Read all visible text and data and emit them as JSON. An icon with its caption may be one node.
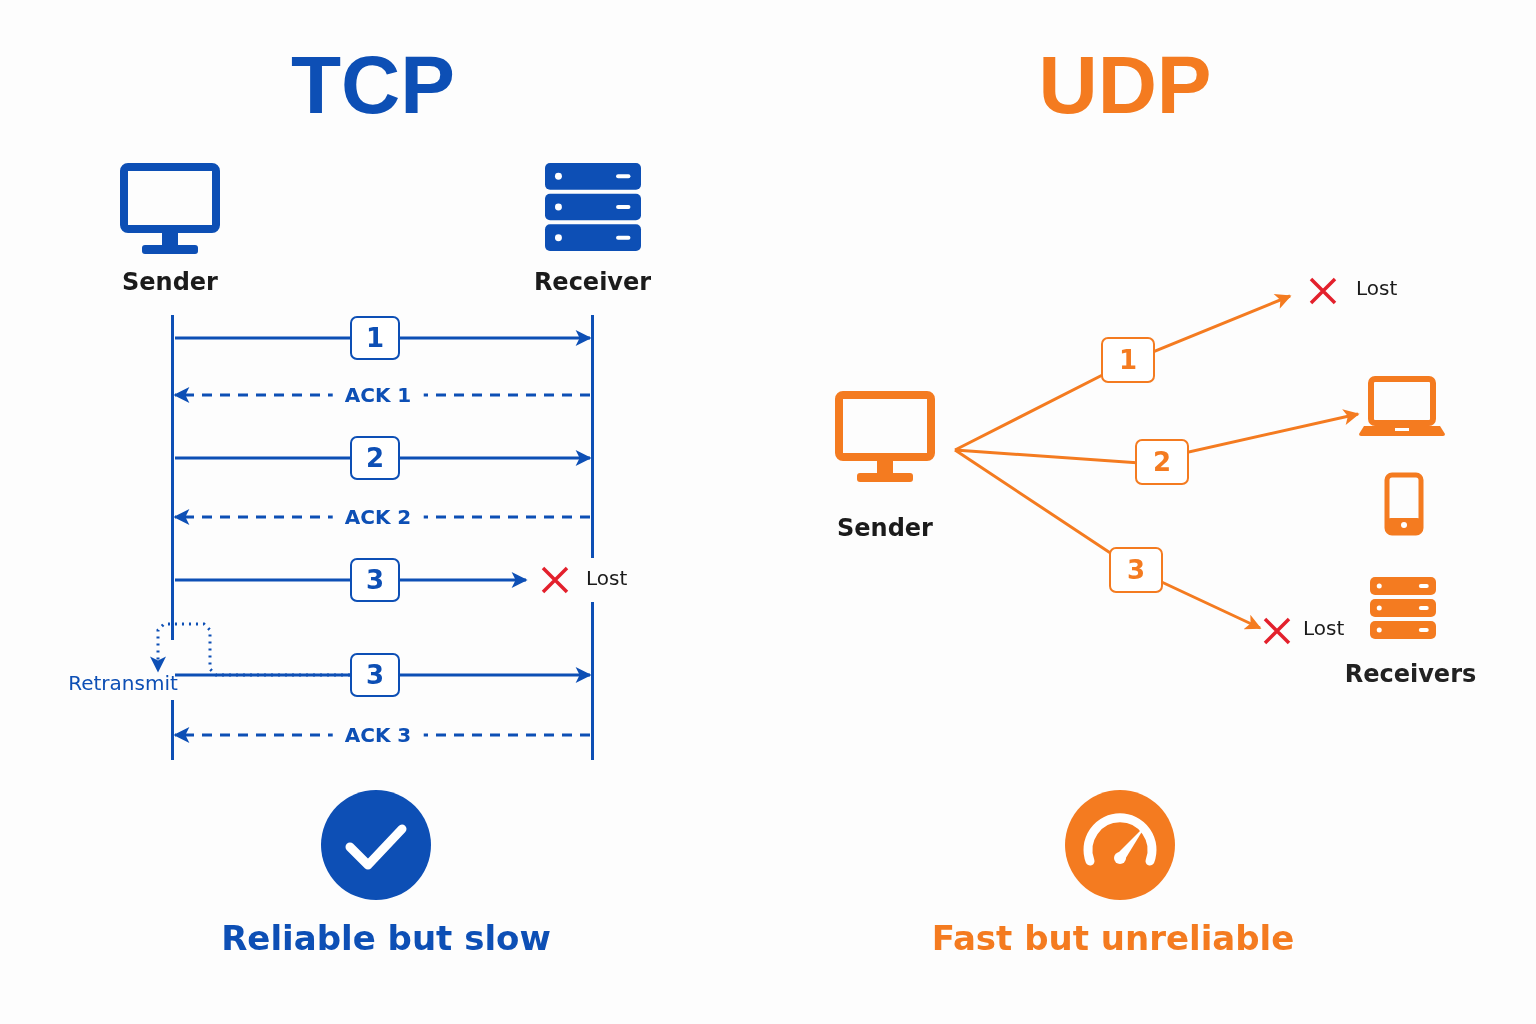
{
  "diagram": {
    "nodes": [
      {
        "text": [
          "Sender"
        ]
      },
      {
        "text": [
          "Receiver"
        ]
      },
      {
        "text": [],
        "shape": "bar"
      },
      {
        "text": [],
        "shape": "bar"
      },
      {
        "text": [
          "Lost"
        ]
      },
      {
        "text": [
          "Retransmit"
        ]
      },
      {
        "text": [
          "Sender"
        ]
      },
      {
        "text": [
          "Lost"
        ]
      },
      {
        "text": [
          "Receivers"
        ]
      },
      {
        "text": [],
        "shape": "laptop",
        "in": 8
      },
      {
        "text": [],
        "shape": "phone",
        "in": 8
      },
      {
        "text": [],
        "shape": "server",
        "in": 8
      },
      {
        "text": [
          "Lost"
        ]
      }
    ],
    "edges": [
      {
        "from": 2,
        "to": 3,
        "arrow": "to",
        "label": "1"
      },
      {
        "from": 3,
        "to": 2,
        "arrow": "to",
        "label": "ACK 1",
        "style": "dashed"
      },
      {
        "from": 2,
        "to": 3,
        "arrow": "to",
        "label": "2"
      },
      {
        "from": 3,
        "to": 2,
        "arrow": "to",
        "label": "ACK 2",
        "style": "dashed"
      },
      {
        "from": 2,
        "to": 4,
        "arrow": "to",
        "label": "3"
      },
      {
        "from": 2,
        "to": 3,
        "arrow": "to",
        "label": "3"
      },
      {
        "from": null,
        "to": 5,
        "arrow": "to",
        "style": "dashed"
      },
      {
        "from": 3,
        "to": 2,
        "arrow": "to",
        "label": "ACK 3",
        "style": "dashed"
      },
      {
        "from": 6,
        "to": 7,
        "arrow": "to",
        "label": "1",
        "color": "#f47b20"
      },
      {
        "from": 6,
        "to": 9,
        "arrow": "to",
        "label": "2",
        "color": "#f47b20"
      },
      {
        "from": 6,
        "to": 12,
        "arrow": "to",
        "label": "3",
        "color": "#f47b20"
      }
    ],
    "labels": [
      "TCP",
      "UDP",
      "Reliable but slow",
      "Fast but unreliable"
    ]
  }
}
